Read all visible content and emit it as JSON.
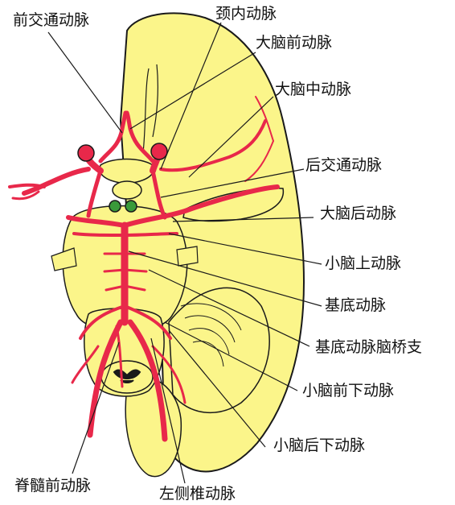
{
  "labels": {
    "anterior_communicating": "前交通动脉",
    "internal_carotid": "颈内动脉",
    "anterior_cerebral": "大脑前动脉",
    "middle_cerebral": "大脑中动脉",
    "posterior_communicating": "后交通动脉",
    "posterior_cerebral": "大脑后动脉",
    "superior_cerebellar": "小脑上动脉",
    "basilar": "基底动脉",
    "pontine_branches": "基底动脉脑桥支",
    "anterior_inferior_cerebellar": "小脑前下动脉",
    "posterior_inferior_cerebellar": "小脑后下动脉",
    "anterior_spinal": "脊髓前动脉",
    "left_vertebral": "左侧椎动脉"
  },
  "colors": {
    "brain_fill": "#fbf58a",
    "artery": "#e8284a",
    "outline": "#1a1a1a"
  }
}
